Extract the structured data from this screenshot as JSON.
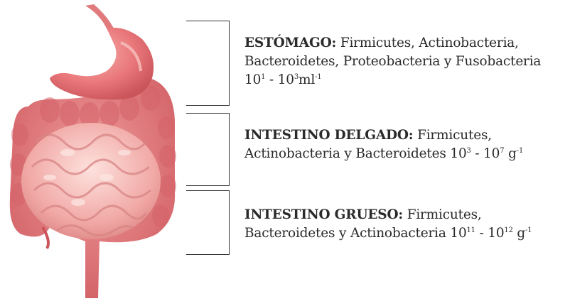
{
  "sections": [
    {
      "title": "ESTÓMAGO:",
      "text": "Firmicutes, Actinobacteria, Bacteroidetes, Proteobacteria y Fusobacteria",
      "range_base1": "10",
      "range_exp1": "1",
      "range_sep": " - ",
      "range_base2": "10",
      "range_exp2": "3",
      "unit": "ml",
      "unit_exp": "-1"
    },
    {
      "title": "INTESTINO DELGADO:",
      "text": "Firmicutes, Actinobacteria y Bacteroidetes",
      "range_base1": "10",
      "range_exp1": "3",
      "range_sep": " - ",
      "range_base2": "10",
      "range_exp2": "7",
      "unit": "g",
      "unit_exp": "-1"
    },
    {
      "title": "INTESTINO GRUESO:",
      "text": "Firmicutes, Bacteroidetes y Actinobacteria",
      "range_base1": "10",
      "range_exp1": "11",
      "range_sep": " - ",
      "range_base2": "10",
      "range_exp2": "12",
      "unit": "g",
      "unit_exp": "-1"
    }
  ],
  "colors": {
    "stomach": "#e9777a",
    "colon": "#e06c6f",
    "small_intestine": "#f1a9a6",
    "highlight": "#fbd6d2",
    "bracket": "#333333"
  }
}
